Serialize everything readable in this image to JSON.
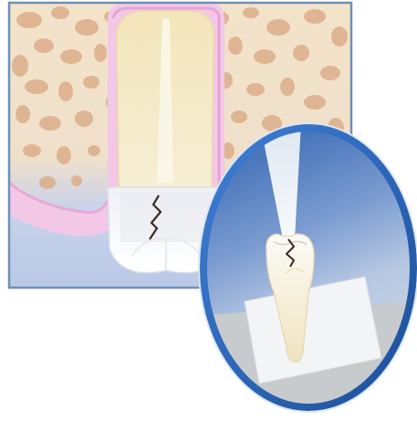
{
  "illustration": {
    "main_panel": {
      "depicts": [
        "bone-tissue",
        "gum-tissue",
        "tooth-root",
        "tooth-crown",
        "crack-line"
      ],
      "colors": {
        "frame": "#6f8fb8",
        "bone": "#f3e3c9",
        "bone_pores": "#d8a885",
        "gum": "#f2c8e6",
        "gum_edge": "#e8a9d6",
        "background_bottom": "#b9c9e6",
        "tooth_root": "#f4e9c2",
        "tooth_crown": "#f7f7f9",
        "crack": "#3a2a26"
      }
    },
    "magnifier": {
      "depicts": [
        "light-beam",
        "extracted-tooth",
        "transillumination-card",
        "crack-line"
      ],
      "colors": {
        "ring": "#2b6cc4",
        "ring_shadow": "#1d4f99",
        "beam": "#e9eef7",
        "background_top": "#2c5fae",
        "background_mid": "#9cb6dc",
        "floor": "#c8cbcd",
        "card": "#f3f4f6"
      }
    }
  }
}
